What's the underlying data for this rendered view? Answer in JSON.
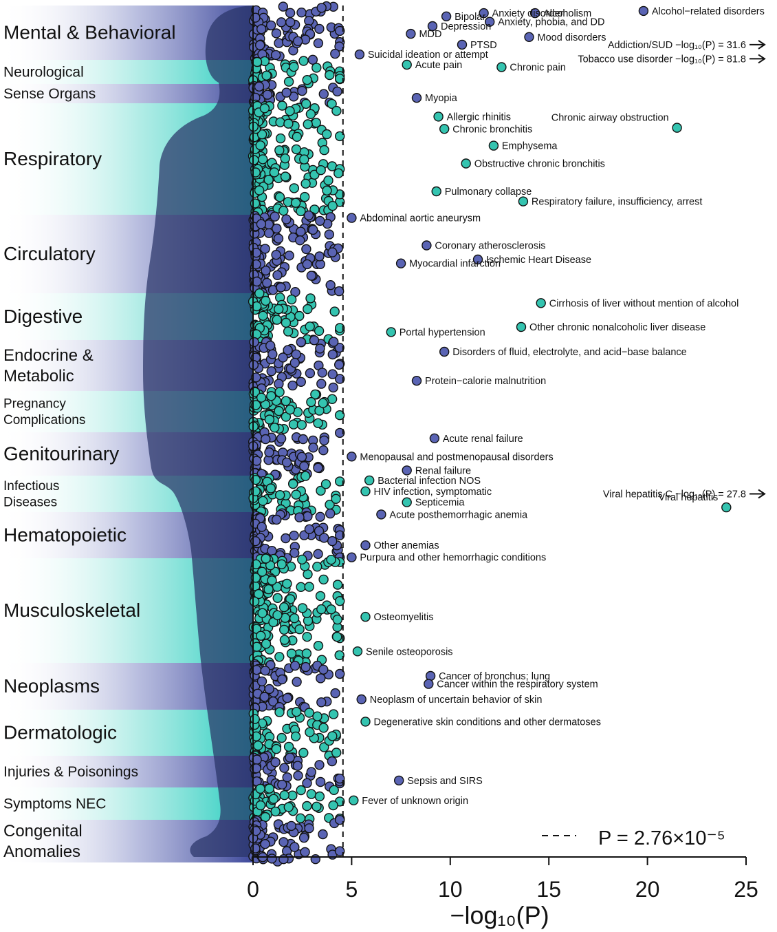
{
  "colors": {
    "blue": "#5a64b4",
    "teal": "#34c4b0",
    "band_blue": "#4a56a8",
    "band_teal": "#2fd3c4",
    "body_silhouette": "#2a3468",
    "threshold_line": "#111111"
  },
  "chart_data": {
    "type": "scatter",
    "title": "",
    "xlabel": "−log₁₀(P)",
    "ylabel": "",
    "xlim": [
      0,
      25
    ],
    "x_ticks": [
      0,
      5,
      10,
      15,
      20,
      25
    ],
    "x_tick_labels": [
      "0",
      "5",
      "10",
      "15",
      "20",
      "25"
    ],
    "grid": false,
    "threshold": {
      "x": 4.56,
      "style": "dashed",
      "legend_text": "P = 2.76×10⁻⁵",
      "legend_placement": "bottom-right"
    },
    "categories": [
      {
        "name": "Mental & Behavioral",
        "color": "blue",
        "span": [
          0,
          79
        ]
      },
      {
        "name": "Neurological",
        "color": "teal",
        "span": [
          79,
          114
        ]
      },
      {
        "name": "Sense Organs",
        "color": "blue",
        "span": [
          114,
          142
        ]
      },
      {
        "name": "Respiratory",
        "color": "teal",
        "span": [
          142,
          304
        ]
      },
      {
        "name": "Circulatory",
        "color": "blue",
        "span": [
          304,
          418
        ]
      },
      {
        "name": "Digestive",
        "color": "teal",
        "span": [
          418,
          486
        ]
      },
      {
        "name": "Endocrine & Metabolic",
        "color": "blue",
        "span": [
          486,
          560
        ]
      },
      {
        "name": "Pregnancy Complications",
        "color": "teal",
        "span": [
          560,
          620
        ]
      },
      {
        "name": "Genitourinary",
        "color": "blue",
        "span": [
          620,
          683
        ]
      },
      {
        "name": "Infectious Diseases",
        "color": "teal",
        "span": [
          683,
          736
        ]
      },
      {
        "name": "Hematopoietic",
        "color": "blue",
        "span": [
          736,
          803
        ]
      },
      {
        "name": "Musculoskeletal",
        "color": "teal",
        "span": [
          803,
          955
        ]
      },
      {
        "name": "Neoplasms",
        "color": "blue",
        "span": [
          955,
          1023
        ]
      },
      {
        "name": "Dermatologic",
        "color": "teal",
        "span": [
          1023,
          1090
        ]
      },
      {
        "name": "Injuries & Poisonings",
        "color": "blue",
        "span": [
          1090,
          1136
        ]
      },
      {
        "name": "Symptoms NEC",
        "color": "teal",
        "span": [
          1136,
          1183
        ]
      },
      {
        "name": "Congenital Anomalies",
        "color": "blue",
        "span": [
          1183,
          1245
        ]
      }
    ],
    "labels_display": [
      {
        "text": "Mental & Behavioral",
        "lines": [
          "Mental & Behavioral"
        ]
      },
      {
        "text": "Neurological",
        "lines": [
          "Neurological"
        ]
      },
      {
        "text": "Sense Organs",
        "lines": [
          "Sense Organs"
        ]
      },
      {
        "text": "Respiratory",
        "lines": [
          "Respiratory"
        ]
      },
      {
        "text": "Circulatory",
        "lines": [
          "Circulatory"
        ]
      },
      {
        "text": "Digestive",
        "lines": [
          "Digestive"
        ]
      },
      {
        "text": "Endocrine & Metabolic",
        "lines": [
          "Endocrine &",
          "Metabolic"
        ]
      },
      {
        "text": "Pregnancy Complications",
        "lines": [
          "Pregnancy",
          "Complications"
        ]
      },
      {
        "text": "Genitourinary",
        "lines": [
          "Genitourinary"
        ]
      },
      {
        "text": "Infectious Diseases",
        "lines": [
          "Infectious",
          "Diseases"
        ]
      },
      {
        "text": "Hematopoietic",
        "lines": [
          "Hematopoietic"
        ]
      },
      {
        "text": "Musculoskeletal",
        "lines": [
          "Musculoskeletal"
        ]
      },
      {
        "text": "Neoplasms",
        "lines": [
          "Neoplasms"
        ]
      },
      {
        "text": "Dermatologic",
        "lines": [
          "Dermatologic"
        ]
      },
      {
        "text": "Injuries & Poisonings",
        "lines": [
          "Injuries & Poisonings"
        ]
      },
      {
        "text": "Symptoms NEC",
        "lines": [
          "Symptoms NEC"
        ]
      },
      {
        "text": "Congenital Anomalies",
        "lines": [
          "Congenital",
          "Anomalies"
        ]
      }
    ],
    "labeled_points": [
      {
        "text": "Anxiety disorder",
        "x": 11.7,
        "cat": 0,
        "pos": 0.14,
        "color": "blue"
      },
      {
        "text": "Bipolar",
        "x": 9.8,
        "cat": 0,
        "pos": 0.2,
        "color": "blue"
      },
      {
        "text": "Alcoholism",
        "x": 14.3,
        "cat": 0,
        "pos": 0.14,
        "color": "blue"
      },
      {
        "text": "Alcohol−related disorders",
        "x": 19.8,
        "cat": 0,
        "pos": 0.1,
        "color": "blue"
      },
      {
        "text": "Depression",
        "x": 9.1,
        "cat": 0,
        "pos": 0.38,
        "color": "blue"
      },
      {
        "text": "Anxiety, phobia, and DD",
        "x": 12.0,
        "cat": 0,
        "pos": 0.3,
        "color": "blue"
      },
      {
        "text": "MDD",
        "x": 8.0,
        "cat": 0,
        "pos": 0.52,
        "color": "blue"
      },
      {
        "text": "Mood disorders",
        "x": 14.0,
        "cat": 0,
        "pos": 0.58,
        "color": "blue"
      },
      {
        "text": "PTSD",
        "x": 10.6,
        "cat": 0,
        "pos": 0.72,
        "color": "blue"
      },
      {
        "text": "Suicidal ideation or attempt",
        "x": 5.4,
        "cat": 0,
        "pos": 0.9,
        "color": "blue"
      },
      {
        "text": "Addiction/SUD −log₁₀(P) = 31.6",
        "x": 25.5,
        "cat": 0,
        "pos": 0.72,
        "color": "blue",
        "offscale": true,
        "true_x": 31.6
      },
      {
        "text": "Tobacco use disorder −log₁₀(P) = 81.8",
        "x": 25.5,
        "cat": 0,
        "pos": 0.98,
        "color": "blue",
        "offscale": true,
        "true_x": 81.8
      },
      {
        "text": "Acute pain",
        "x": 7.8,
        "cat": 1,
        "pos": 0.2,
        "color": "teal"
      },
      {
        "text": "Chronic pain",
        "x": 12.6,
        "cat": 1,
        "pos": 0.3,
        "color": "teal"
      },
      {
        "text": "Myopia",
        "x": 8.3,
        "cat": 2,
        "pos": 0.72,
        "color": "blue"
      },
      {
        "text": "Allergic rhinitis",
        "x": 9.4,
        "cat": 3,
        "pos": 0.12,
        "color": "teal"
      },
      {
        "text": "Chronic bronchitis",
        "x": 9.7,
        "cat": 3,
        "pos": 0.23,
        "color": "teal"
      },
      {
        "text": "Chronic airway obstruction",
        "x": 21.5,
        "cat": 3,
        "pos": 0.22,
        "color": "teal"
      },
      {
        "text": "Emphysema",
        "x": 12.2,
        "cat": 3,
        "pos": 0.38,
        "color": "teal"
      },
      {
        "text": "Obstructive chronic bronchitis",
        "x": 10.8,
        "cat": 3,
        "pos": 0.54,
        "color": "teal"
      },
      {
        "text": "Pulmonary collapse",
        "x": 9.3,
        "cat": 3,
        "pos": 0.79,
        "color": "teal"
      },
      {
        "text": "Respiratory failure, insufficiency, arrest",
        "x": 13.7,
        "cat": 3,
        "pos": 0.88,
        "color": "teal"
      },
      {
        "text": "Abdominal aortic aneurysm",
        "x": 5.0,
        "cat": 4,
        "pos": 0.04,
        "color": "blue"
      },
      {
        "text": "Coronary atherosclerosis",
        "x": 8.8,
        "cat": 4,
        "pos": 0.39,
        "color": "blue"
      },
      {
        "text": "Ischemic Heart Disease",
        "x": 11.4,
        "cat": 4,
        "pos": 0.57,
        "color": "blue"
      },
      {
        "text": "Myocardial infarction",
        "x": 7.5,
        "cat": 4,
        "pos": 0.62,
        "color": "blue"
      },
      {
        "text": "Cirrhosis of liver without mention of alcohol",
        "x": 14.6,
        "cat": 5,
        "pos": 0.21,
        "color": "teal"
      },
      {
        "text": "Other chronic nonalcoholic liver disease",
        "x": 13.6,
        "cat": 5,
        "pos": 0.72,
        "color": "teal"
      },
      {
        "text": "Portal hypertension",
        "x": 7.0,
        "cat": 5,
        "pos": 0.83,
        "color": "teal"
      },
      {
        "text": "Disorders of fluid, electrolyte, and acid−base balance",
        "x": 9.7,
        "cat": 6,
        "pos": 0.23,
        "color": "blue"
      },
      {
        "text": "Protein−calorie malnutrition",
        "x": 8.3,
        "cat": 6,
        "pos": 0.8,
        "color": "blue"
      },
      {
        "text": "Acute renal failure",
        "x": 9.2,
        "cat": 8,
        "pos": 0.14,
        "color": "blue"
      },
      {
        "text": "Menopausal and postmenopausal disorders",
        "x": 5.0,
        "cat": 8,
        "pos": 0.56,
        "color": "blue"
      },
      {
        "text": "Renal failure",
        "x": 7.8,
        "cat": 8,
        "pos": 0.88,
        "color": "blue"
      },
      {
        "text": "Bacterial infection NOS",
        "x": 5.9,
        "cat": 9,
        "pos": 0.13,
        "color": "teal"
      },
      {
        "text": "HIV infection, symptomatic",
        "x": 5.7,
        "cat": 9,
        "pos": 0.43,
        "color": "teal"
      },
      {
        "text": "Septicemia",
        "x": 7.8,
        "cat": 9,
        "pos": 0.73,
        "color": "teal"
      },
      {
        "text": "Viral hepatitis C −log₁₀(P) = 27.8",
        "x": 25.5,
        "cat": 9,
        "pos": 0.5,
        "color": "teal",
        "offscale": true,
        "true_x": 27.8
      },
      {
        "text": "Viral hepatitis",
        "x": 24.0,
        "cat": 9,
        "pos": 0.87,
        "color": "teal"
      },
      {
        "text": "Acute posthemorrhagic anemia",
        "x": 6.5,
        "cat": 10,
        "pos": 0.05,
        "color": "blue"
      },
      {
        "text": "Other anemias",
        "x": 5.7,
        "cat": 10,
        "pos": 0.72,
        "color": "blue"
      },
      {
        "text": "Purpura and other hemorrhagic conditions",
        "x": 5.0,
        "cat": 10,
        "pos": 0.98,
        "color": "blue"
      },
      {
        "text": "Osteomyelitis",
        "x": 5.7,
        "cat": 11,
        "pos": 0.56,
        "color": "teal"
      },
      {
        "text": "Senile osteoporosis",
        "x": 5.3,
        "cat": 11,
        "pos": 0.89,
        "color": "teal"
      },
      {
        "text": "Cancer of bronchus; lung",
        "x": 9.0,
        "cat": 12,
        "pos": 0.28,
        "color": "blue"
      },
      {
        "text": "Cancer within the respiratory system",
        "x": 8.9,
        "cat": 12,
        "pos": 0.45,
        "color": "blue"
      },
      {
        "text": "Neoplasm of uncertain behavior of skin",
        "x": 5.5,
        "cat": 12,
        "pos": 0.78,
        "color": "blue"
      },
      {
        "text": "Degenerative skin conditions and other dermatoses",
        "x": 5.7,
        "cat": 13,
        "pos": 0.26,
        "color": "teal"
      },
      {
        "text": "Sepsis and SIRS",
        "x": 7.4,
        "cat": 14,
        "pos": 0.78,
        "color": "blue"
      },
      {
        "text": "Fever of unknown origin",
        "x": 5.1,
        "cat": 15,
        "pos": 0.4,
        "color": "teal"
      }
    ]
  }
}
